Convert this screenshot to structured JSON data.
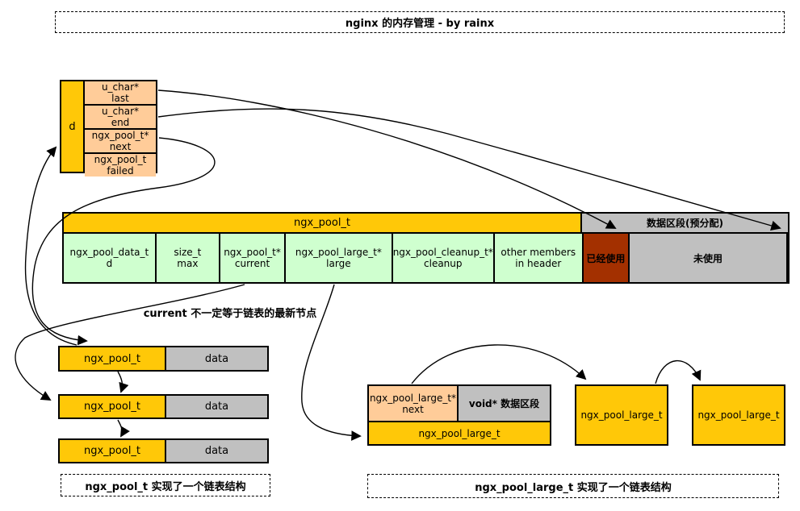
{
  "title": "nginx 的内存管理 - by rainx",
  "colors": {
    "pool_yellow": "#FFC808",
    "field_peach": "#FFCC99",
    "member_green": "#CFFFCF",
    "used_red": "#A33000",
    "data_gray": "#C0C0C0"
  },
  "pool_data_struct": {
    "side_label": "d",
    "fields": [
      {
        "type": "u_char*",
        "name": "last"
      },
      {
        "type": "u_char*",
        "name": "end"
      },
      {
        "type": "ngx_pool_t*",
        "name": "next"
      },
      {
        "type": "ngx_pool_t",
        "name": "failed"
      }
    ]
  },
  "pool_struct_bar": {
    "header": "ngx_pool_t",
    "data_header": "数据区段(预分配)",
    "members": [
      {
        "type": "ngx_pool_data_t",
        "name": "d"
      },
      {
        "type": "size_t",
        "name": "max"
      },
      {
        "type": "ngx_pool_t*",
        "name": "current"
      },
      {
        "type": "ngx_pool_large_t*",
        "name": "large"
      },
      {
        "type": "ngx_pool_cleanup_t*",
        "name": "cleanup"
      },
      {
        "type": "other members",
        "name": "in header"
      }
    ],
    "used": "已经使用",
    "unused": "未使用"
  },
  "current_note": "current 不一定等于链表的最新节点",
  "pool_chain": {
    "nodes": [
      {
        "header": "ngx_pool_t",
        "data": "data"
      },
      {
        "header": "ngx_pool_t",
        "data": "data"
      },
      {
        "header": "ngx_pool_t",
        "data": "data"
      }
    ],
    "caption": "ngx_pool_t 实现了一个链表结构"
  },
  "large_struct": {
    "next_type": "ngx_pool_large_t*",
    "next_name": "next",
    "data_label": "void* 数据区段",
    "footer": "ngx_pool_large_t"
  },
  "large_chain": {
    "nodes": [
      {
        "label": "ngx_pool_large_t"
      },
      {
        "label": "ngx_pool_large_t"
      }
    ],
    "caption": "ngx_pool_large_t 实现了一个链表结构"
  }
}
